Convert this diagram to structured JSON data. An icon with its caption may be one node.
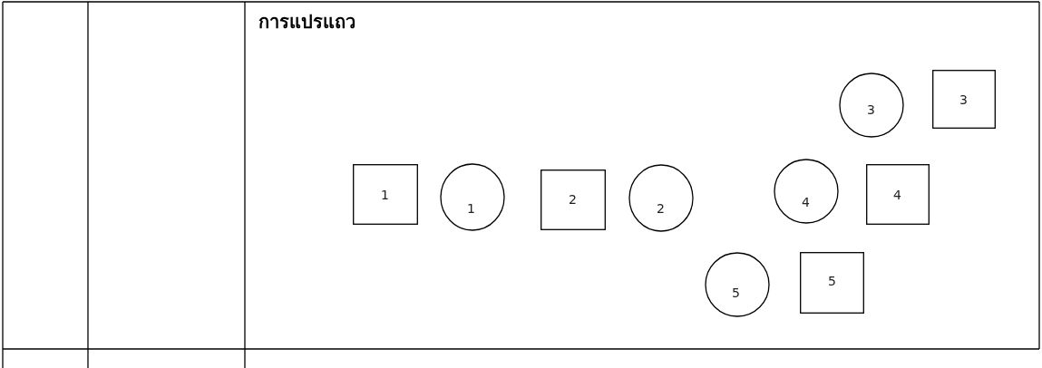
{
  "diagram": {
    "title": "การแปรแถว",
    "nodes": [
      {
        "text": [
          "3"
        ]
      },
      {
        "text": [
          "3"
        ]
      },
      {
        "text": [
          "1"
        ]
      },
      {
        "text": [
          "1"
        ]
      },
      {
        "text": [
          "2"
        ]
      },
      {
        "text": [
          "2"
        ]
      },
      {
        "text": [
          "4"
        ]
      },
      {
        "text": [
          "4"
        ]
      },
      {
        "text": [
          "5"
        ]
      },
      {
        "text": [
          "5"
        ]
      }
    ]
  }
}
